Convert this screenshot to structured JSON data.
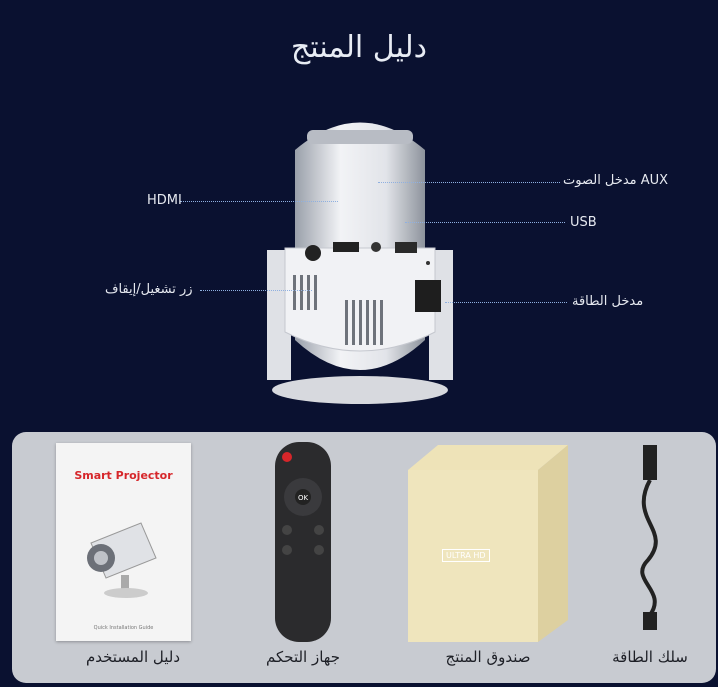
{
  "title": "دليل المنتج",
  "ports": {
    "hdmi": "HDMI",
    "power_button": "زر تشغيل/إيقاف",
    "aux": "مدخل الصوت AUX",
    "usb": "USB",
    "power_input": "مدخل الطاقة"
  },
  "contents": {
    "manual": {
      "label": "دليل المستخدم",
      "cover_title": "Smart Projector",
      "cover_footer": "Quick Installation Guide"
    },
    "remote": {
      "label": "جهاز التحكم",
      "ok": "OK"
    },
    "box": {
      "label": "صندوق المنتج",
      "badge": "ULTRA HD"
    },
    "cable": {
      "label": "سلك الطاقة"
    }
  },
  "colors": {
    "background": "#0a1130",
    "panel": "#c8cbd1",
    "manual_title": "#d6262a"
  }
}
